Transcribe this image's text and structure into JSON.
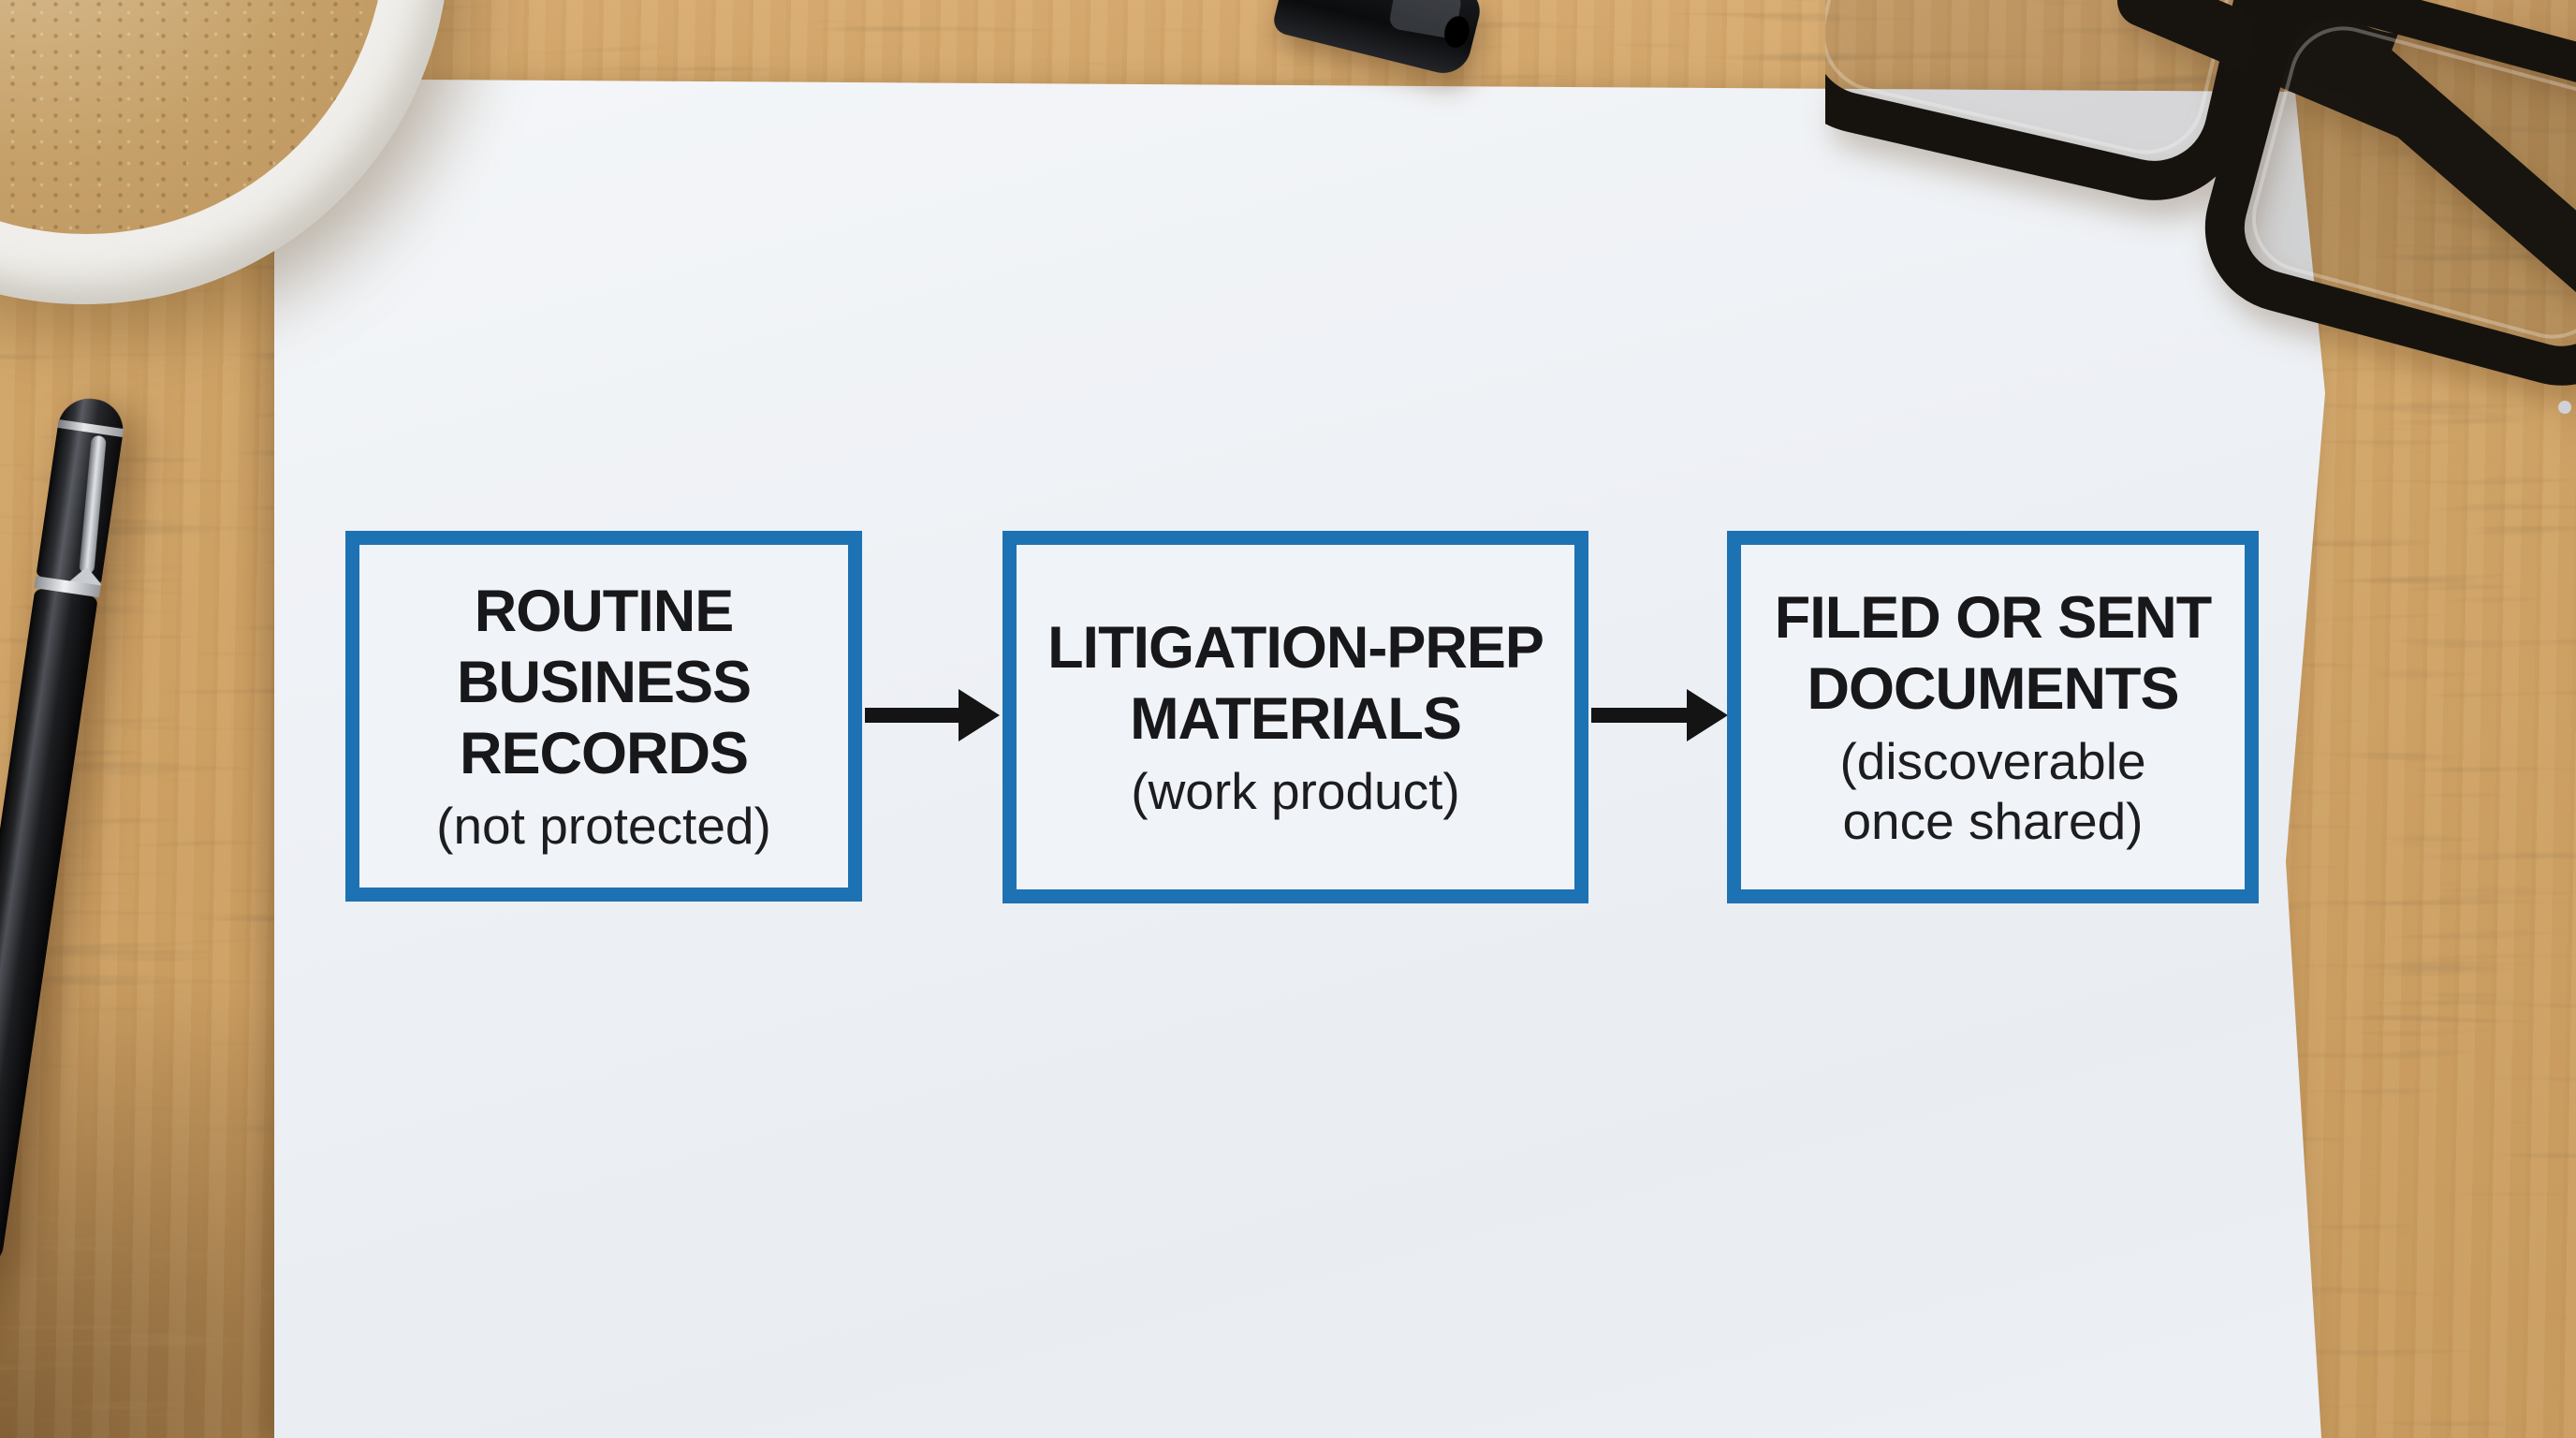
{
  "flowchart": {
    "steps": [
      {
        "title": "ROUTINE\nBUSINESS\nRECORDS",
        "subtitle": "(not protected)"
      },
      {
        "title": "LITIGATION-PREP\nMATERIALS",
        "subtitle": "(work product)"
      },
      {
        "title": "FILED OR SENT\nDOCUMENTS",
        "subtitle": "(discoverable\nonce shared)"
      }
    ],
    "connector_style": "arrow-right"
  },
  "colors": {
    "box_border_blue": "#1d72b4",
    "box_fill": "#f0f4f8",
    "title_text": "#18181a",
    "paper": "#eef1f5",
    "wood": "#d2a76b",
    "arrow_black": "#141414"
  },
  "scene_objects": [
    {
      "name": "paper-sheet"
    },
    {
      "name": "coffee-cup"
    },
    {
      "name": "ballpoint-pen"
    },
    {
      "name": "eyeglasses"
    },
    {
      "name": "marker-cap"
    }
  ]
}
